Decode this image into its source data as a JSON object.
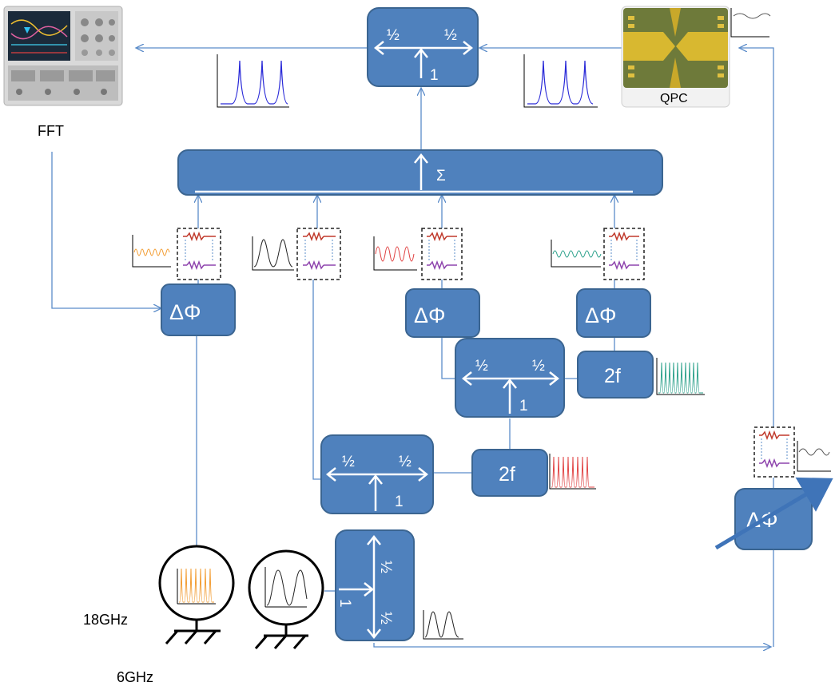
{
  "labels": {
    "fft": "FFT",
    "freq_18": "18GHz",
    "freq_6": "6GHz",
    "qpc": "QPC"
  },
  "splitter": {
    "half": "½",
    "one": "1"
  },
  "phase_shifter_label": "ΔΦ",
  "doubler_label": "2f",
  "summer_label": "Σ",
  "colors": {
    "block": "#4f81bd",
    "wire": "#5b8cc9",
    "trace_blue": "#2a2ad8",
    "trace_orange": "#f29b2f",
    "trace_black": "#222222",
    "trace_red": "#e04040",
    "trace_teal": "#2aa08a",
    "filter_red": "#c0392b",
    "filter_purple": "#8e44ad"
  },
  "icons": {
    "scope": "oscilloscope-image",
    "qpc": "qpc-device-image",
    "source": "signal-generator-icon",
    "filter": "filter-network-icon"
  }
}
